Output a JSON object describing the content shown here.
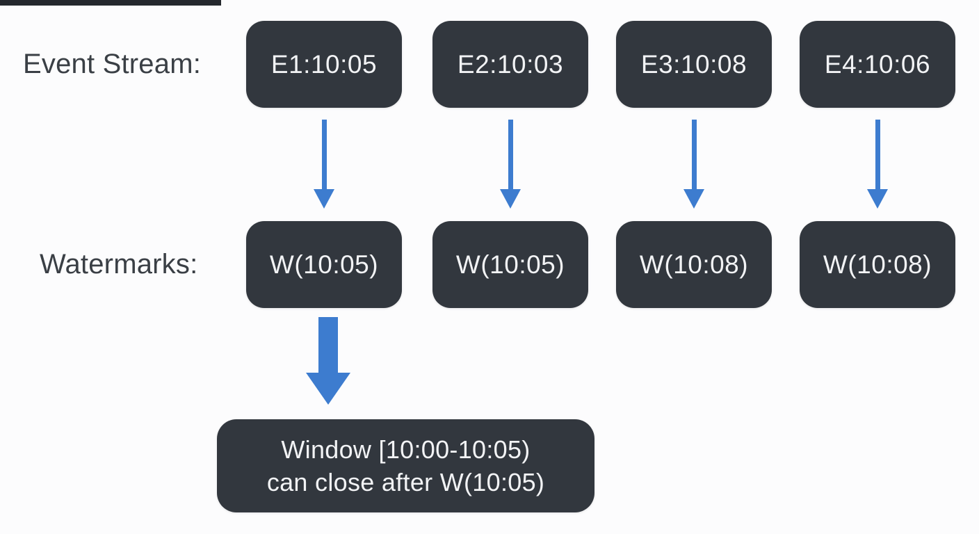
{
  "colors": {
    "background": "#fcfcfd",
    "box_bg": "#32373e",
    "box_text": "#f2f3f5",
    "label_text": "#3a3f45",
    "arrow_blue": "#3d7ccf",
    "top_strip": "#24282d"
  },
  "labels": {
    "event_stream": "Event Stream:",
    "watermarks": "Watermarks:"
  },
  "events": [
    {
      "label": "E1:10:05"
    },
    {
      "label": "E2:10:03"
    },
    {
      "label": "E3:10:08"
    },
    {
      "label": "E4:10:06"
    }
  ],
  "watermarks": [
    {
      "label": "W(10:05)"
    },
    {
      "label": "W(10:05)"
    },
    {
      "label": "W(10:08)"
    },
    {
      "label": "W(10:08)"
    }
  ],
  "window_note": {
    "line1": "Window [10:00-10:05)",
    "line2": "can close after W(10:05)"
  }
}
